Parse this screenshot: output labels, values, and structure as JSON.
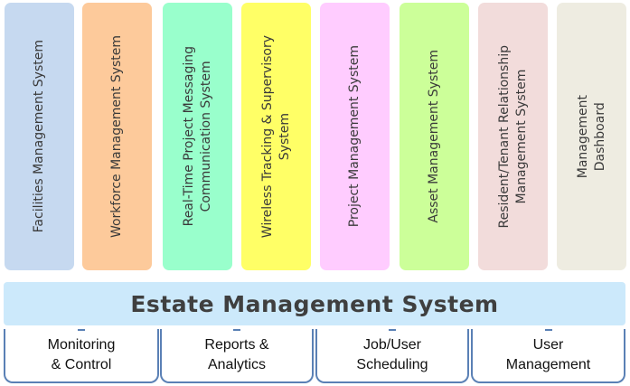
{
  "modules": [
    {
      "label": "Facilities Management System",
      "color": "#c6d9f0"
    },
    {
      "label": "Workforce Management System",
      "color": "#fdca9b"
    },
    {
      "label": "Real-Time Project Messaging\nCommunication System",
      "color": "#99ffcc"
    },
    {
      "label": "Wireless Tracking & Supervisory\nSystem",
      "color": "#ffff66"
    },
    {
      "label": "Project Management System",
      "color": "#ffccff"
    },
    {
      "label": "Asset Management System",
      "color": "#ccff99"
    },
    {
      "label": "Resident/Tenant Relationship\nManagement System",
      "color": "#f2dcdb"
    },
    {
      "label": "Management\nDashboard",
      "color": "#eeece1"
    }
  ],
  "core": {
    "title": "Estate Management System"
  },
  "functions": [
    {
      "label": "Monitoring\n& Control"
    },
    {
      "label": "Reports &\nAnalytics"
    },
    {
      "label": "Job/User\nScheduling"
    },
    {
      "label": "User\nManagement"
    }
  ]
}
